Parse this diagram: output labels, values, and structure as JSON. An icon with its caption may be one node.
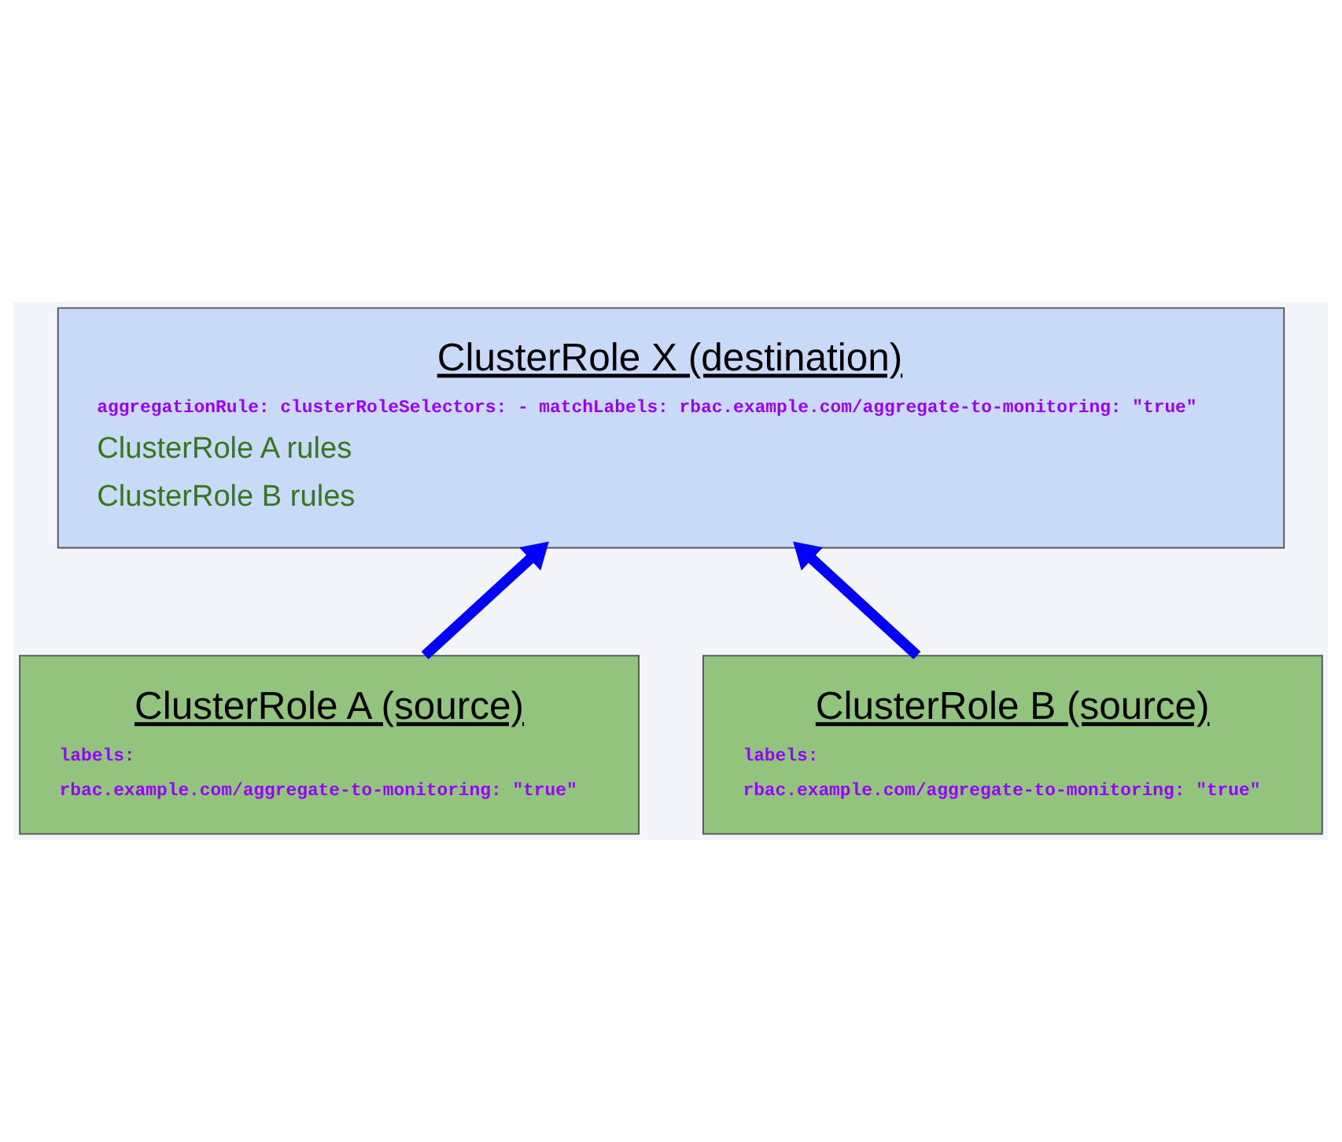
{
  "diagram": {
    "nodes": [
      {
        "text": [
          "ClusterRole X (destination)",
          "aggregationRule: clusterRoleSelectors: - matchLabels: rbac.example.com/aggregate-to-monitoring: \"true\"",
          "ClusterRole A rules",
          "ClusterRole B rules"
        ]
      },
      {
        "text": [
          "ClusterRole A (source)",
          "labels:",
          "rbac.example.com/aggregate-to-monitoring: \"true\""
        ]
      },
      {
        "text": [
          "ClusterRole B (source)",
          "labels:",
          "rbac.example.com/aggregate-to-monitoring: \"true\""
        ]
      }
    ],
    "edges": [
      {
        "from": 1,
        "to": 0,
        "arrow": "to",
        "color": "#0000ff"
      },
      {
        "from": 2,
        "to": 0,
        "arrow": "to",
        "color": "#0000ff"
      }
    ]
  }
}
